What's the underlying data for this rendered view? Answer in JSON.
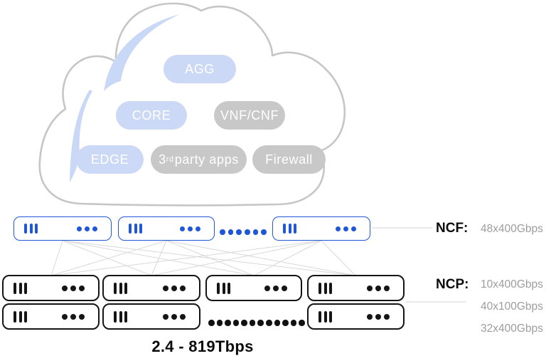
{
  "colors": {
    "ncf_blue": "#1f57d8",
    "pill_blue": "#ccd9f6",
    "pill_gray": "#c8c8c8",
    "cloud_outline": "#c6c6c6",
    "label_gray": "#9d9d9d"
  },
  "cloud": {
    "pills": [
      {
        "label": "AGG",
        "variant": "blue"
      },
      {
        "label": "CORE",
        "variant": "blue"
      },
      {
        "label": "VNF/CNF",
        "variant": "gray"
      },
      {
        "label": "EDGE",
        "variant": "blue"
      },
      {
        "prefix": "3",
        "sup": "rd",
        "rest": " party apps",
        "variant": "gray"
      },
      {
        "label": "Firewall",
        "variant": "gray"
      }
    ]
  },
  "ncf": {
    "label": "NCF:",
    "spec": "48x400Gbps",
    "visible_boxes": 3,
    "ellipsis_dots": 6
  },
  "ncp": {
    "label": "NCP:",
    "specs": [
      "10x400Gbps",
      "40x100Gbps",
      "32x400Gbps"
    ],
    "visible_boxes_row1": 4,
    "visible_boxes_row2": 3,
    "ellipsis_dots": 12
  },
  "capacity_label": "2.4 - 819Tbps"
}
